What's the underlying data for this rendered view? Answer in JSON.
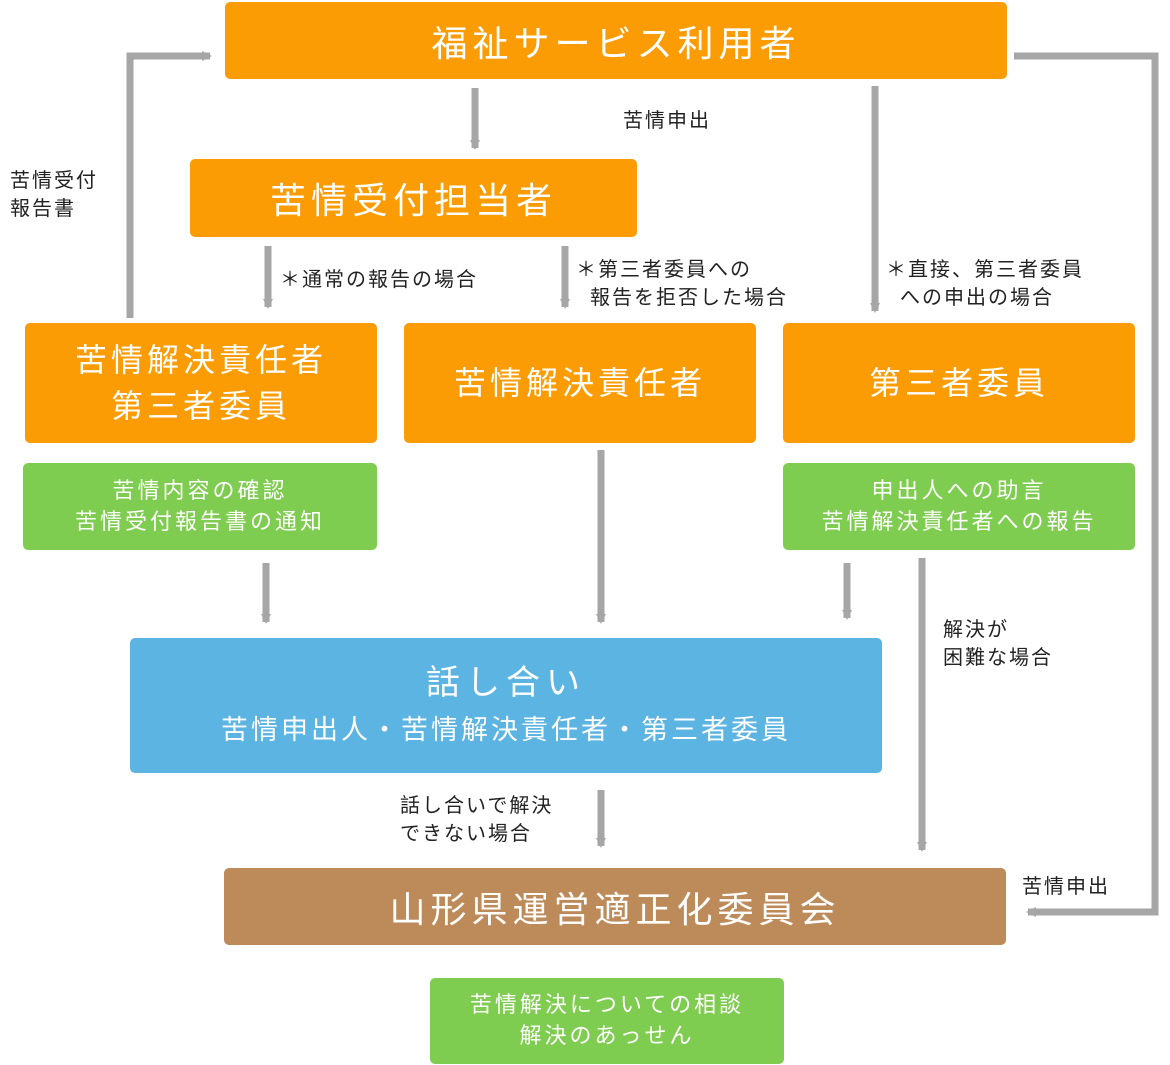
{
  "boxes": {
    "user": "福祉サービス利用者",
    "reception": "苦情受付担当者",
    "resolver_committee": [
      "苦情解決責任者",
      "第三者委員"
    ],
    "resolver": "苦情解決責任者",
    "third_party": "第三者委員",
    "confirm": [
      "苦情内容の確認",
      "苦情受付報告書の通知"
    ],
    "advice": [
      "申出人への助言",
      "苦情解決責任者への報告"
    ],
    "discussion_title": "話し合い",
    "discussion_members": "苦情申出人・苦情解決責任者・第三者委員",
    "prefecture": "山形県運営適正化委員会",
    "consult": [
      "苦情解決についての相談",
      "解決のあっせん"
    ]
  },
  "labels": {
    "complaint_top": "苦情申出",
    "report_doc": [
      "苦情受付",
      "報告書"
    ],
    "normal_report": "＊通常の報告の場合",
    "refuse_report": [
      "＊第三者委員への",
      "報告を拒否した場合"
    ],
    "direct": [
      "＊直接、第三者委員",
      "への申出の場合"
    ],
    "difficult": [
      "解決が",
      "困難な場合"
    ],
    "unresolved": [
      "話し合いで解決",
      "できない場合"
    ],
    "complaint_bottom": "苦情申出"
  },
  "colors": {
    "orange": "#fb9c05",
    "green": "#7fcd50",
    "blue": "#5bb4e1",
    "brown": "#bd8a5a",
    "arrow": "#a6a6a6"
  }
}
